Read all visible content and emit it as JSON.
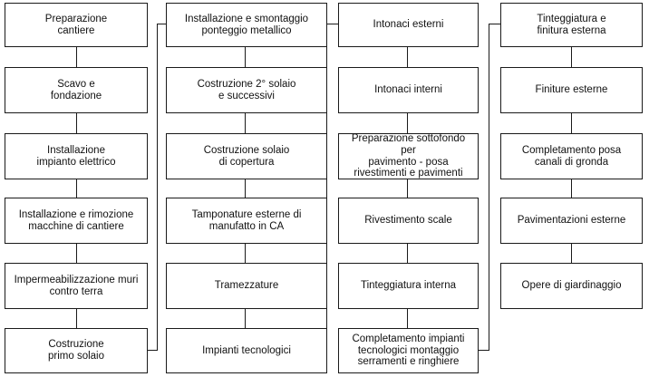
{
  "colors": {
    "box_border": "#1a1a1a",
    "line": "#1a1a1a",
    "text": "#111111",
    "background": "#ffffff"
  },
  "columns": [
    {
      "steps": [
        "Preparazione\ncantiere",
        "Scavo e\nfondazione",
        "Installazione\nimpianto elettrico",
        "Installazione e rimozione\nmacchine di cantiere",
        "Impermeabilizzazione muri\ncontro terra",
        "Costruzione\nprimo solaio"
      ]
    },
    {
      "steps": [
        "Installazione e smontaggio\nponteggio metallico",
        "Costruzione 2° solaio\ne successivi",
        "Costruzione solaio\ndi copertura",
        "Tamponature esterne di\nmanufatto in CA",
        "Tramezzature",
        "Impianti tecnologici"
      ]
    },
    {
      "steps": [
        "Intonaci esterni",
        "Intonaci interni",
        "Preparazione sottofondo per\npavimento - posa\nrivestimenti e pavimenti",
        "Rivestimento scale",
        "Tinteggiatura interna",
        "Completamento impianti\ntecnologici montaggio\nserramenti e ringhiere"
      ]
    },
    {
      "steps": [
        "Tinteggiatura e\nfinitura esterna",
        "Finiture esterne",
        "Completamento posa\ncanali di gronda",
        "Pavimentazioni esterne",
        "Opere di giardinaggio"
      ]
    }
  ]
}
